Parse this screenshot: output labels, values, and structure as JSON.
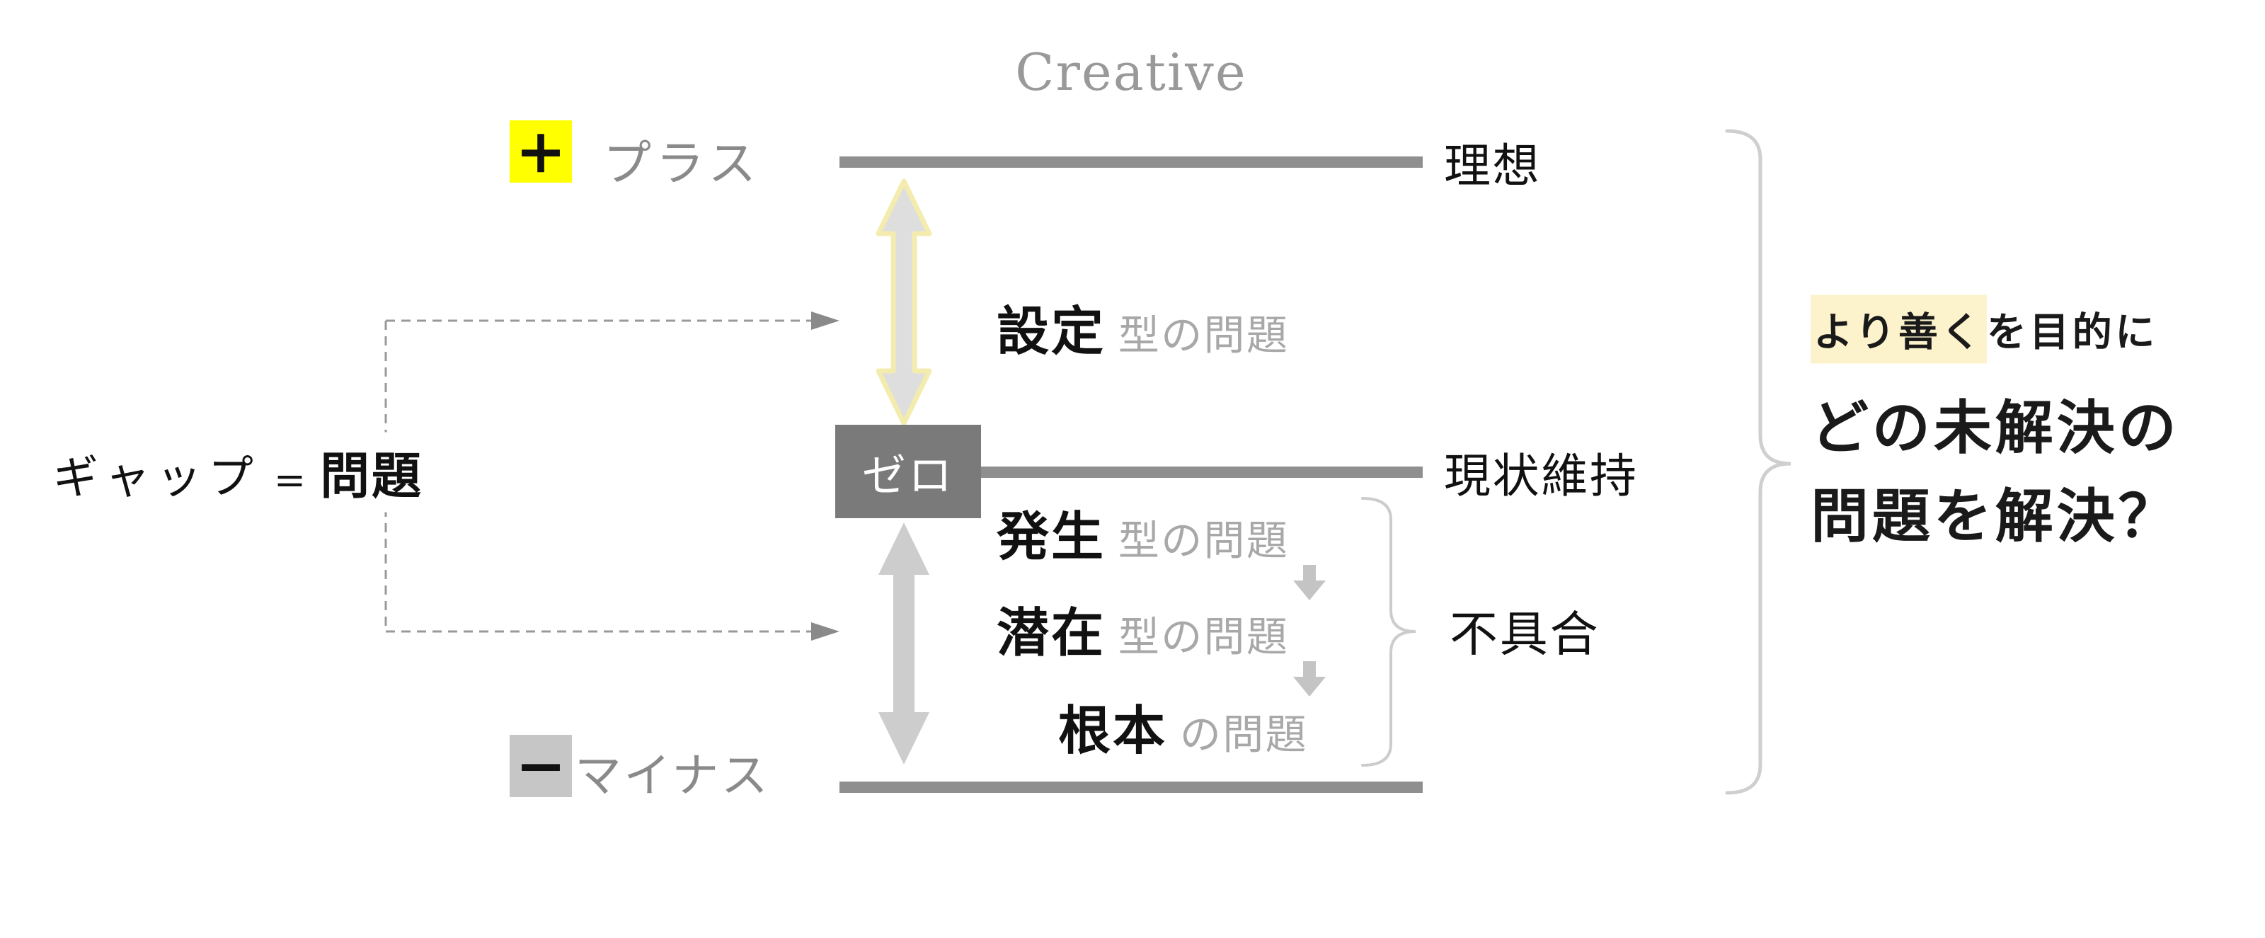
{
  "diagram": {
    "creative_label": "Creative",
    "plus_symbol": "+",
    "plus_label": "プラス",
    "minus_symbol": "−",
    "minus_label": "マイナス",
    "zero_label": "ゼロ",
    "ideal_label": "理想",
    "status_quo_label": "現状維持",
    "defect_label": "不具合",
    "gap": {
      "gap_label": "ギャップ",
      "equals": "=",
      "problem_label": "問題"
    },
    "problems": {
      "setting": {
        "head": "設定",
        "tail": "型の問題"
      },
      "occurrence": {
        "head": "発生",
        "tail": "型の問題"
      },
      "latent": {
        "head": "潜在",
        "tail": "型の問題"
      },
      "root": {
        "head": "根本",
        "tail": "の問題"
      }
    },
    "note": {
      "line1_highlight": "より善く",
      "line1_rest": "を目的に",
      "line2": "どの未解決の",
      "line3": "問題を解決？"
    },
    "colors": {
      "line_gray": "#8f8f8f",
      "gray_text": "#8a8a8a",
      "muted_text": "#a8a8a8",
      "creative_text": "#999999",
      "plus_highlight": "#ffff00",
      "minus_bg": "#c6c6c6",
      "zero_bg": "#7a7a7a",
      "zero_text": "#ffffff",
      "note_highlight": "#fcf2cb",
      "upper_arrow_fill": "#dedede",
      "upper_arrow_glow": "#f3ecae",
      "lower_arrow_fill": "#cdcdcd",
      "small_arrow_fill": "#c4c4c4",
      "brace_color": "#cccccc",
      "dashed_line_color": "#999999",
      "black_text": "#111111"
    }
  }
}
